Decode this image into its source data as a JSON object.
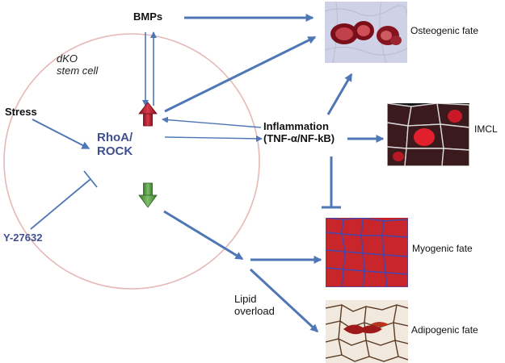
{
  "diagram": {
    "cell_label_line1": "dKO",
    "cell_label_line2": "stem cell",
    "bmps": "BMPs",
    "stress": "Stress",
    "rhoa_line1": "RhoA/",
    "rhoa_line2": "ROCK",
    "inhibitor": "Y-27632",
    "inflammation_line1": "Inflammation",
    "inflammation_line2": "(TNF-α/NF-kB)",
    "lipid_line1": "Lipid",
    "lipid_line2": "overload",
    "fates": {
      "osteogenic": "Osteogenic fate",
      "imcl": "IMCL",
      "myogenic": "Myogenic fate",
      "adipogenic": "Adipogenic fate"
    }
  },
  "colors": {
    "arrow": "#4f77b6",
    "cell_outline": "#e6b8b8",
    "rhoa_text": "#3f4f8f",
    "up_arrow": "#c0283a",
    "down_arrow": "#5da24a"
  }
}
